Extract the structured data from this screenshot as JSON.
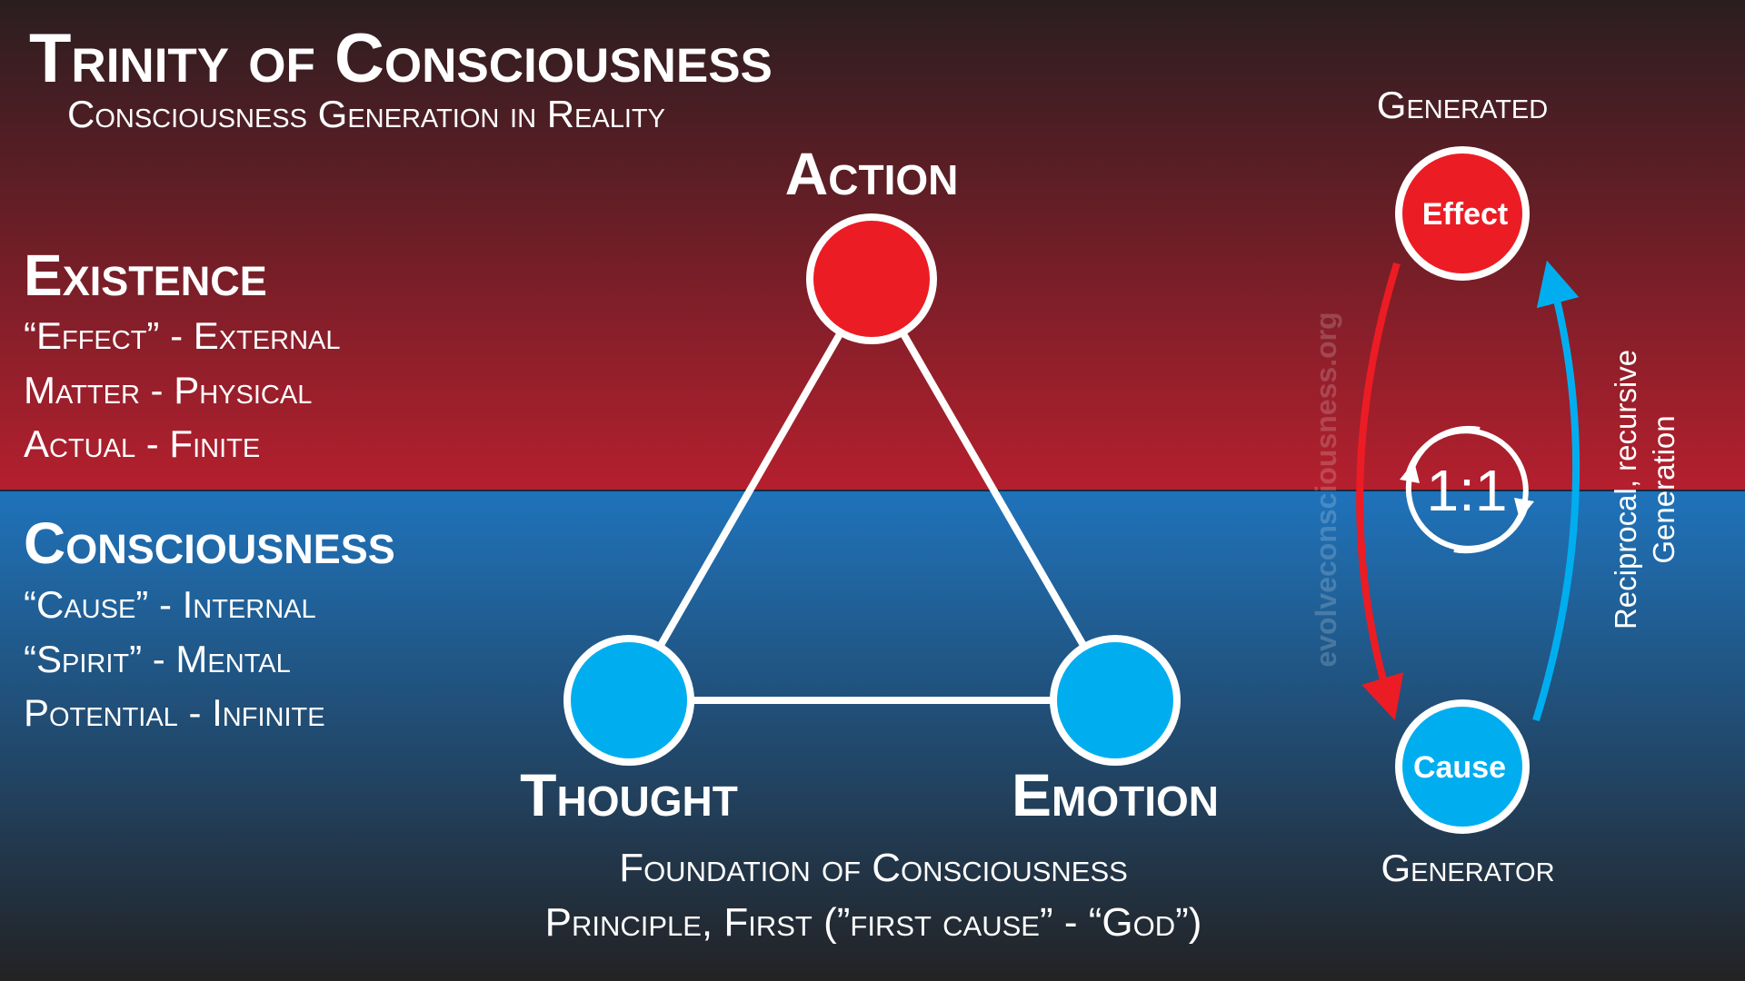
{
  "title": "Trinity of Consciousness",
  "subtitle": "Consciousness Generation in Reality",
  "colors": {
    "red": "#ec1c24",
    "blue": "#00aeef",
    "top_bg": "#b31f2e",
    "bottom_bg": "#1e72b8",
    "dark": "#231f20"
  },
  "existence": {
    "heading": "Existence",
    "lines": [
      "“Effect” - External",
      "Matter - Physical",
      "Actual - Finite"
    ]
  },
  "consciousness": {
    "heading": "Consciousness",
    "lines": [
      "“Cause” - Internal",
      "“Spirit” - Mental",
      "Potential - Infinite"
    ]
  },
  "triangle": {
    "top": "Action",
    "left": "Thought",
    "right": "Emotion"
  },
  "foundation": {
    "line1": "Foundation of Consciousness",
    "line2": "Principle, First (”first cause” - “God”)"
  },
  "cycle": {
    "generated": "Generated",
    "effect": "Effect",
    "cause": "Cause",
    "generator": "Generator",
    "ratio": "1:1",
    "side_line1": "Reciprocal, recursive",
    "side_line2": "Generation"
  },
  "watermark": "evolveconsciousness.org"
}
